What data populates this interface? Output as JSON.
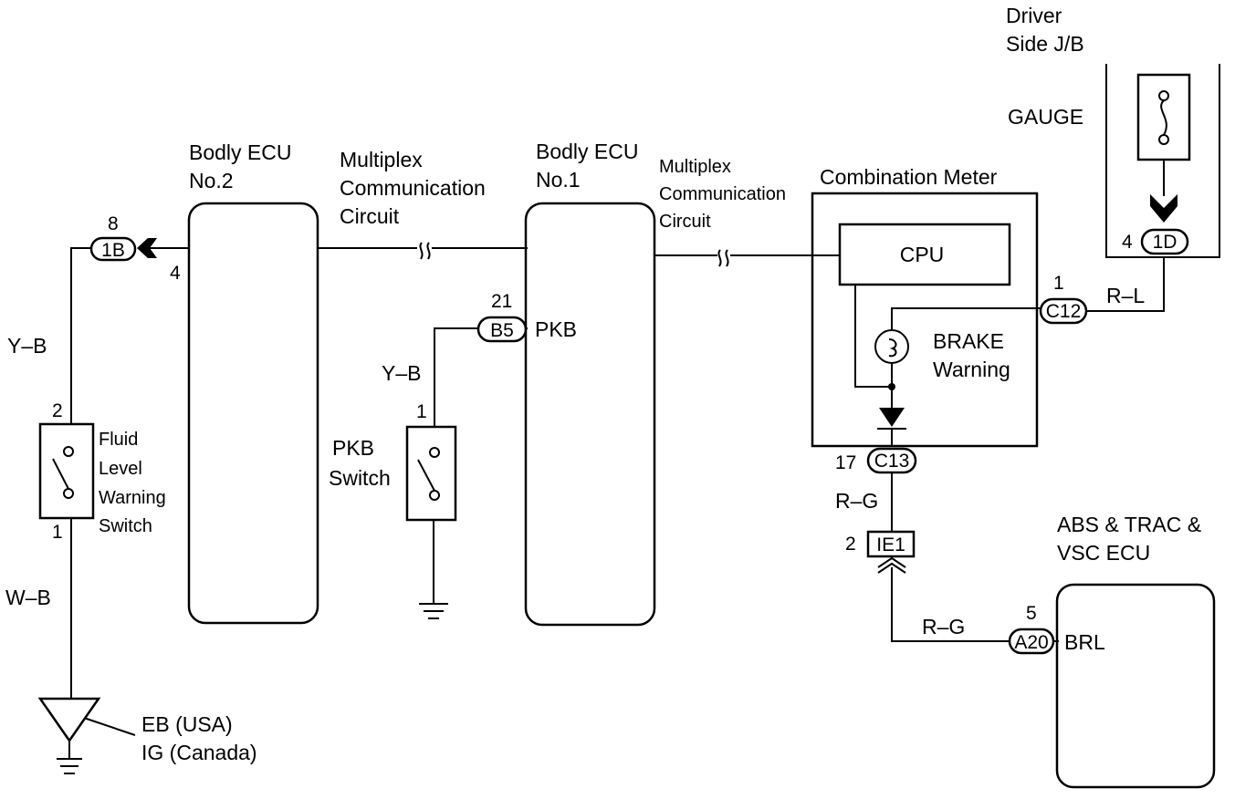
{
  "components": {
    "ecu2": {
      "name": "Bodly ECU",
      "sub": "No.2"
    },
    "ecu1": {
      "name": "Bodly ECU",
      "sub": "No.1",
      "pkb_terminal": "PKB"
    },
    "mux1": [
      "Multiplex",
      "Communication",
      "Circuit"
    ],
    "mux2": [
      "Multiplex",
      "Communication",
      "Circuit"
    ],
    "meter": {
      "title": "Combination Meter",
      "cpu": "CPU",
      "lamp": [
        "BRAKE",
        "Warning"
      ]
    },
    "jb": {
      "title": [
        "Driver",
        "Side J/B"
      ],
      "fuse": "GAUGE"
    },
    "fluid_switch": [
      "Fluid",
      "Level",
      "Warning",
      "Switch"
    ],
    "pkb_switch": [
      "PKB",
      "Switch"
    ],
    "abs": {
      "title": [
        "ABS & TRAC &",
        "VSC ECU"
      ],
      "terminal": "BRL"
    },
    "ground": [
      "EB (USA)",
      "IG (Canada)"
    ]
  },
  "connectors": {
    "c1B": {
      "id": "1B",
      "pin_a": "8",
      "pin_b": "4"
    },
    "cB5": {
      "id": "B5",
      "pin": "21"
    },
    "c1D": {
      "id": "1D",
      "pin": "4"
    },
    "cC12": {
      "id": "C12",
      "pin": "1"
    },
    "cC13": {
      "id": "C13",
      "pin": "17"
    },
    "cIE1": {
      "id": "IE1",
      "pin": "2"
    },
    "cA20": {
      "id": "A20",
      "pin": "5"
    }
  },
  "switch_pins": {
    "fluid_top": "2",
    "fluid_bottom": "1",
    "pkb_top": "1"
  },
  "wires": {
    "yb_left": "Y–B",
    "wb_left": "W–B",
    "yb_pkb": "Y–B",
    "rl": "R–L",
    "rg_upper": "R–G",
    "rg_lower": "R–G"
  }
}
